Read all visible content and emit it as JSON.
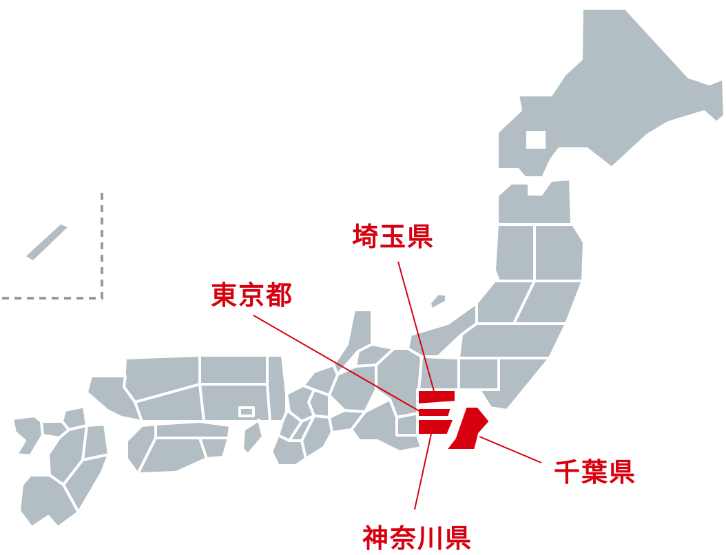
{
  "colors": {
    "base": "#b2bec4",
    "accent": "#d7000f",
    "inset_border": "#999999"
  },
  "labels": {
    "saitama": "埼玉県",
    "tokyo": "東京都",
    "chiba": "千葉県",
    "kanagawa": "神奈川県"
  },
  "highlighted": [
    "saitama",
    "tokyo",
    "chiba",
    "kanagawa"
  ]
}
